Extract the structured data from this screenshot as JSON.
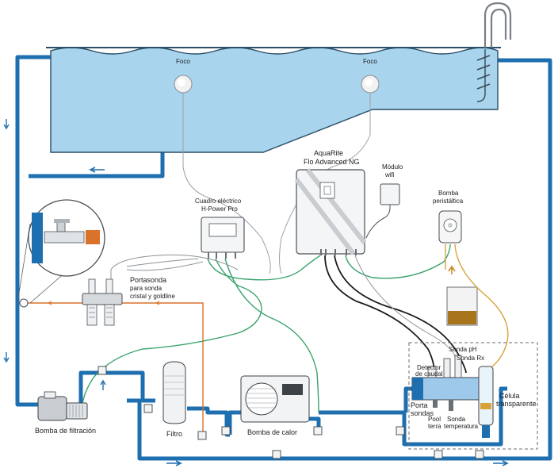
{
  "labels": {
    "foco_left": "Foco",
    "foco_right": "Foco",
    "aquarite_line1": "AquaRite",
    "aquarite_line2": "Flo Advanced NG",
    "modulo_line1": "Módulo",
    "modulo_line2": "wifi",
    "bomba_peristaltica_line1": "Bomba",
    "bomba_peristaltica_line2": "peristáltica",
    "cuadro_line1": "Cuadro eléctrico",
    "cuadro_line2": "H-Power Pro",
    "portasonda_title": "Portasonda",
    "portasonda_sub1": "para sonda",
    "portasonda_sub2": "cristal y goldline",
    "bomba_filtracion": "Bomba de filtración",
    "filtro": "Filtro",
    "bomba_calor": "Bomba de calor",
    "sonda_ph": "Sonda pH",
    "sonda_rx": "Sonda Rx",
    "detector_line1": "Detector",
    "detector_line2": "de caudal",
    "porta_line1": "Porta",
    "porta_line2": "sondas",
    "pool_terra_line1": "Pool",
    "pool_terra_line2": "terra",
    "sonda_temp_line1": "Sonda",
    "sonda_temp_line2": "temperatura",
    "celula_line1": "Célula",
    "celula_line2": "transparente"
  },
  "colors": {
    "pipe": "#1e6fb0",
    "water": "#a9d4ee",
    "green_cable": "#3aa36c",
    "orange_cable": "#d9722b",
    "amber_cable": "#d8a23a",
    "dark_cable": "#1b1b1b"
  }
}
